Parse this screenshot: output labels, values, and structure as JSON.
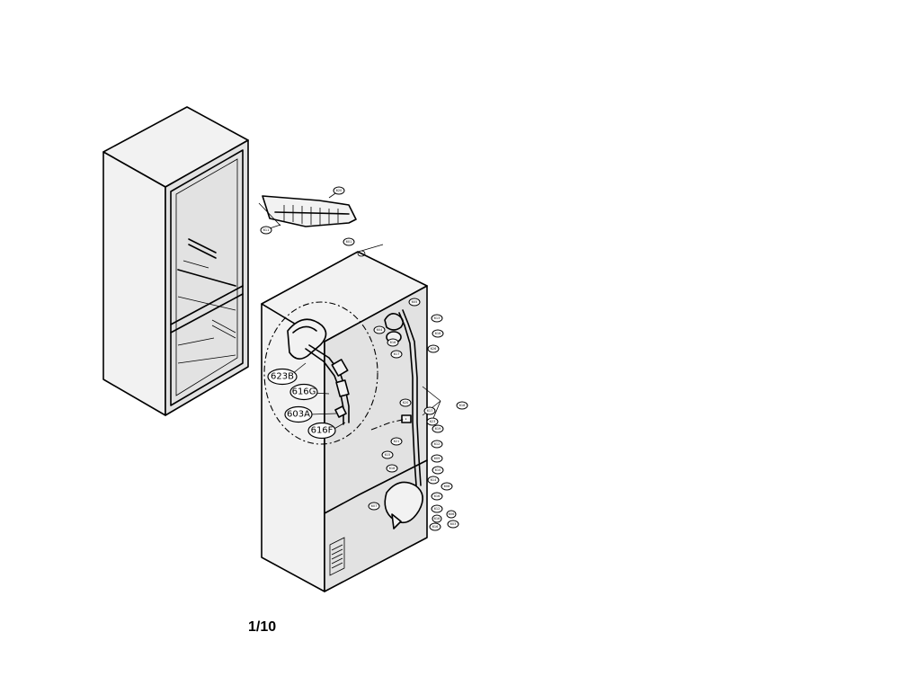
{
  "page_number": "1/10",
  "callouts": {
    "c623b": "623B",
    "c616g": "616G",
    "c603a": "603A",
    "c616f": "616F"
  }
}
